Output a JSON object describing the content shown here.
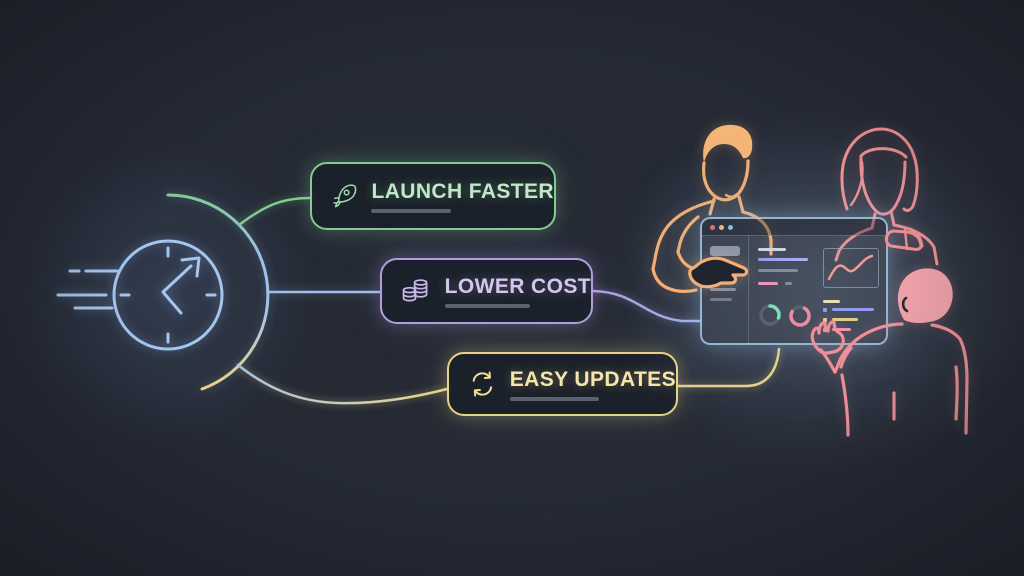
{
  "colors": {
    "bg": "#252a35",
    "blue": "#a5c6ee",
    "green": "#84cb90",
    "green-text": "#c0e8c6",
    "purple": "#b29ddf",
    "purple-text": "#d3c7f2",
    "yellow": "#e7d387",
    "yellow-text": "#f4e6ac",
    "underline": "#5a6270",
    "window-border": "#a7c8e6",
    "orange-person": "#f2ae74",
    "pink-person": "#ef9095",
    "dot-red": "#e4726f",
    "dot-yellow": "#e7bc7b",
    "dot-teal": "#83c3c9"
  },
  "benefits": [
    {
      "label": "LAUNCH FASTER",
      "icon": "rocket-icon"
    },
    {
      "label": "LOWER COST",
      "icon": "coins-icon"
    },
    {
      "label": "EASY UPDATES",
      "icon": "refresh-icon"
    }
  ],
  "scene": {
    "source_icon": "speeding-clock-icon",
    "target_icon": "analytics-dashboard-window",
    "people_icons": [
      "man-pointing-icon",
      "woman-pointing-icon",
      "man-back-view-icon"
    ]
  }
}
